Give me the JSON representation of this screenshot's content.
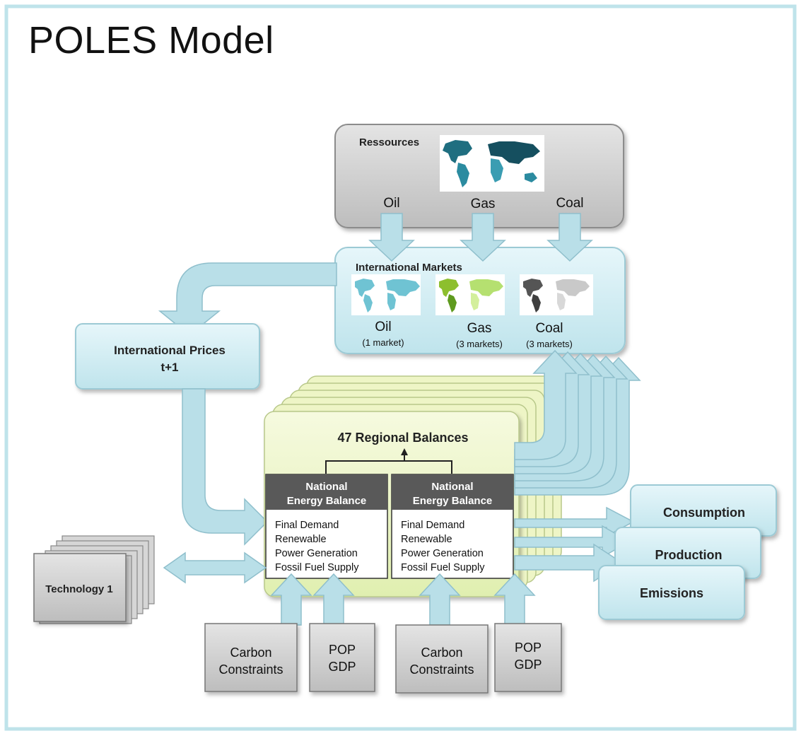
{
  "title": "POLES Model",
  "resources": {
    "label": "Ressources",
    "fuels": [
      "Oil",
      "Gas",
      "Coal"
    ]
  },
  "markets": {
    "label": "International Markets",
    "items": [
      {
        "name": "Oil",
        "detail": "(1 market)"
      },
      {
        "name": "Gas",
        "detail": "(3 markets)"
      },
      {
        "name": "Coal",
        "detail": "(3 markets)"
      }
    ]
  },
  "prices": {
    "line1": "International Prices",
    "line2": "t+1"
  },
  "regional": {
    "label": "47 Regional Balances"
  },
  "national": {
    "header_line1": "National",
    "header_line2": "Energy Balance",
    "items": [
      "Final Demand",
      "Renewable",
      "Power Generation",
      "Fossil Fuel Supply"
    ]
  },
  "technology": {
    "label": "Technology 1"
  },
  "outputs": [
    "Consumption",
    "Production",
    "Emissions"
  ],
  "inputs": {
    "carbon_line1": "Carbon",
    "carbon_line2": "Constraints",
    "pop_line1": "POP",
    "pop_line2": "GDP"
  },
  "colors": {
    "frame": "#bfe3ea",
    "arrow_fill": "#b9dfe8",
    "arrow_stroke": "#8fbfcc",
    "light_blue_box": "#d4eef4",
    "resource_box": "#c4c4c4",
    "regional_box": "#eef5c6",
    "national_header": "#595959",
    "input_box": "#c6c6c6"
  }
}
